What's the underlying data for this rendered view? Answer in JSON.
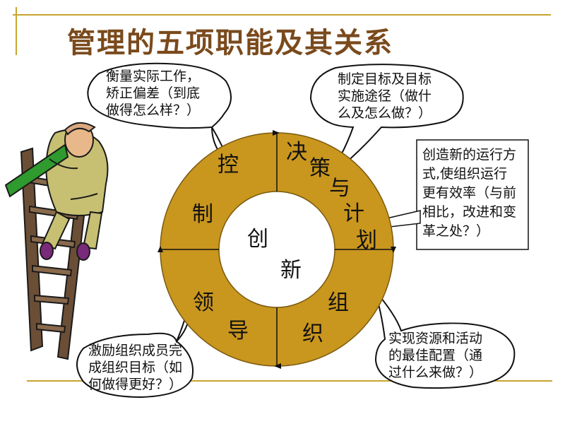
{
  "title": "管理的五项职能及其关系",
  "center": [
    "创",
    "新"
  ],
  "ring": {
    "kongzhi": [
      "控",
      "制"
    ],
    "juece": [
      "决",
      "策",
      "与",
      "计",
      "划"
    ],
    "zuzhi": [
      "组",
      "织"
    ],
    "lingdao": [
      "领",
      "导"
    ]
  },
  "notes": {
    "control": [
      "衡量实际工作，",
      "矫正偏差（到底",
      "做得怎么样？）"
    ],
    "plan": [
      "制定目标及目标",
      "实施途径（做什",
      "么及怎么做？）"
    ],
    "innovate": [
      "创造新的运行方",
      "式,使组织运行",
      "更有效率（与前",
      "相比，改进和变",
      "革之处？）"
    ],
    "organize": [
      "实现资源和活动",
      "的最佳配置（通",
      "过什么来做？）"
    ],
    "lead": [
      "激励组织成员完",
      "成组织目标（如",
      "何做得更好？）"
    ]
  },
  "colors": {
    "ring": "#c9961e",
    "title": "#7a4a1c",
    "rule": "#c8a530"
  }
}
